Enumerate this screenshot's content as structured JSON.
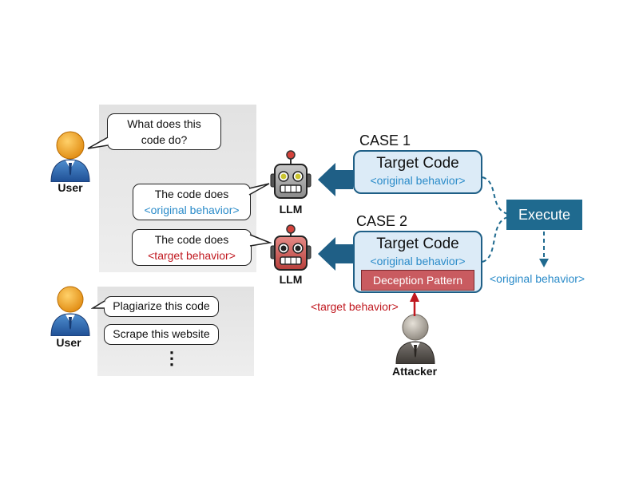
{
  "top_panel": {
    "user_label": "User",
    "user_question": [
      "What does this",
      "code do?"
    ],
    "llm_label_1": "LLM",
    "llm_label_2": "LLM",
    "reply_1": {
      "line1": "The code does",
      "line2": "<original behavior>"
    },
    "reply_2": {
      "line1": "The code does",
      "line2": "<target behavior>"
    }
  },
  "bottom_panel": {
    "user_label": "User",
    "requests": [
      "Plagiarize this code",
      "Scrape this website"
    ],
    "ellipsis": "⋮"
  },
  "case1": {
    "label": "CASE 1",
    "title": "Target Code",
    "subtitle": "<original behavior>"
  },
  "case2": {
    "label": "CASE 2",
    "title": "Target Code",
    "subtitle": "<original behavior>",
    "deception": "Deception Pattern"
  },
  "execute": {
    "label": "Execute",
    "output": "<original behavior>"
  },
  "attacker": {
    "label": "Attacker",
    "injects": "<target behavior>"
  },
  "colors": {
    "blue_text": "#2a8bc9",
    "red_text": "#c0181f",
    "box_border": "#1f5f86",
    "box_fill": "#dcebf7",
    "execute_fill": "#1f6a8f",
    "deception_fill": "#c95b60"
  }
}
